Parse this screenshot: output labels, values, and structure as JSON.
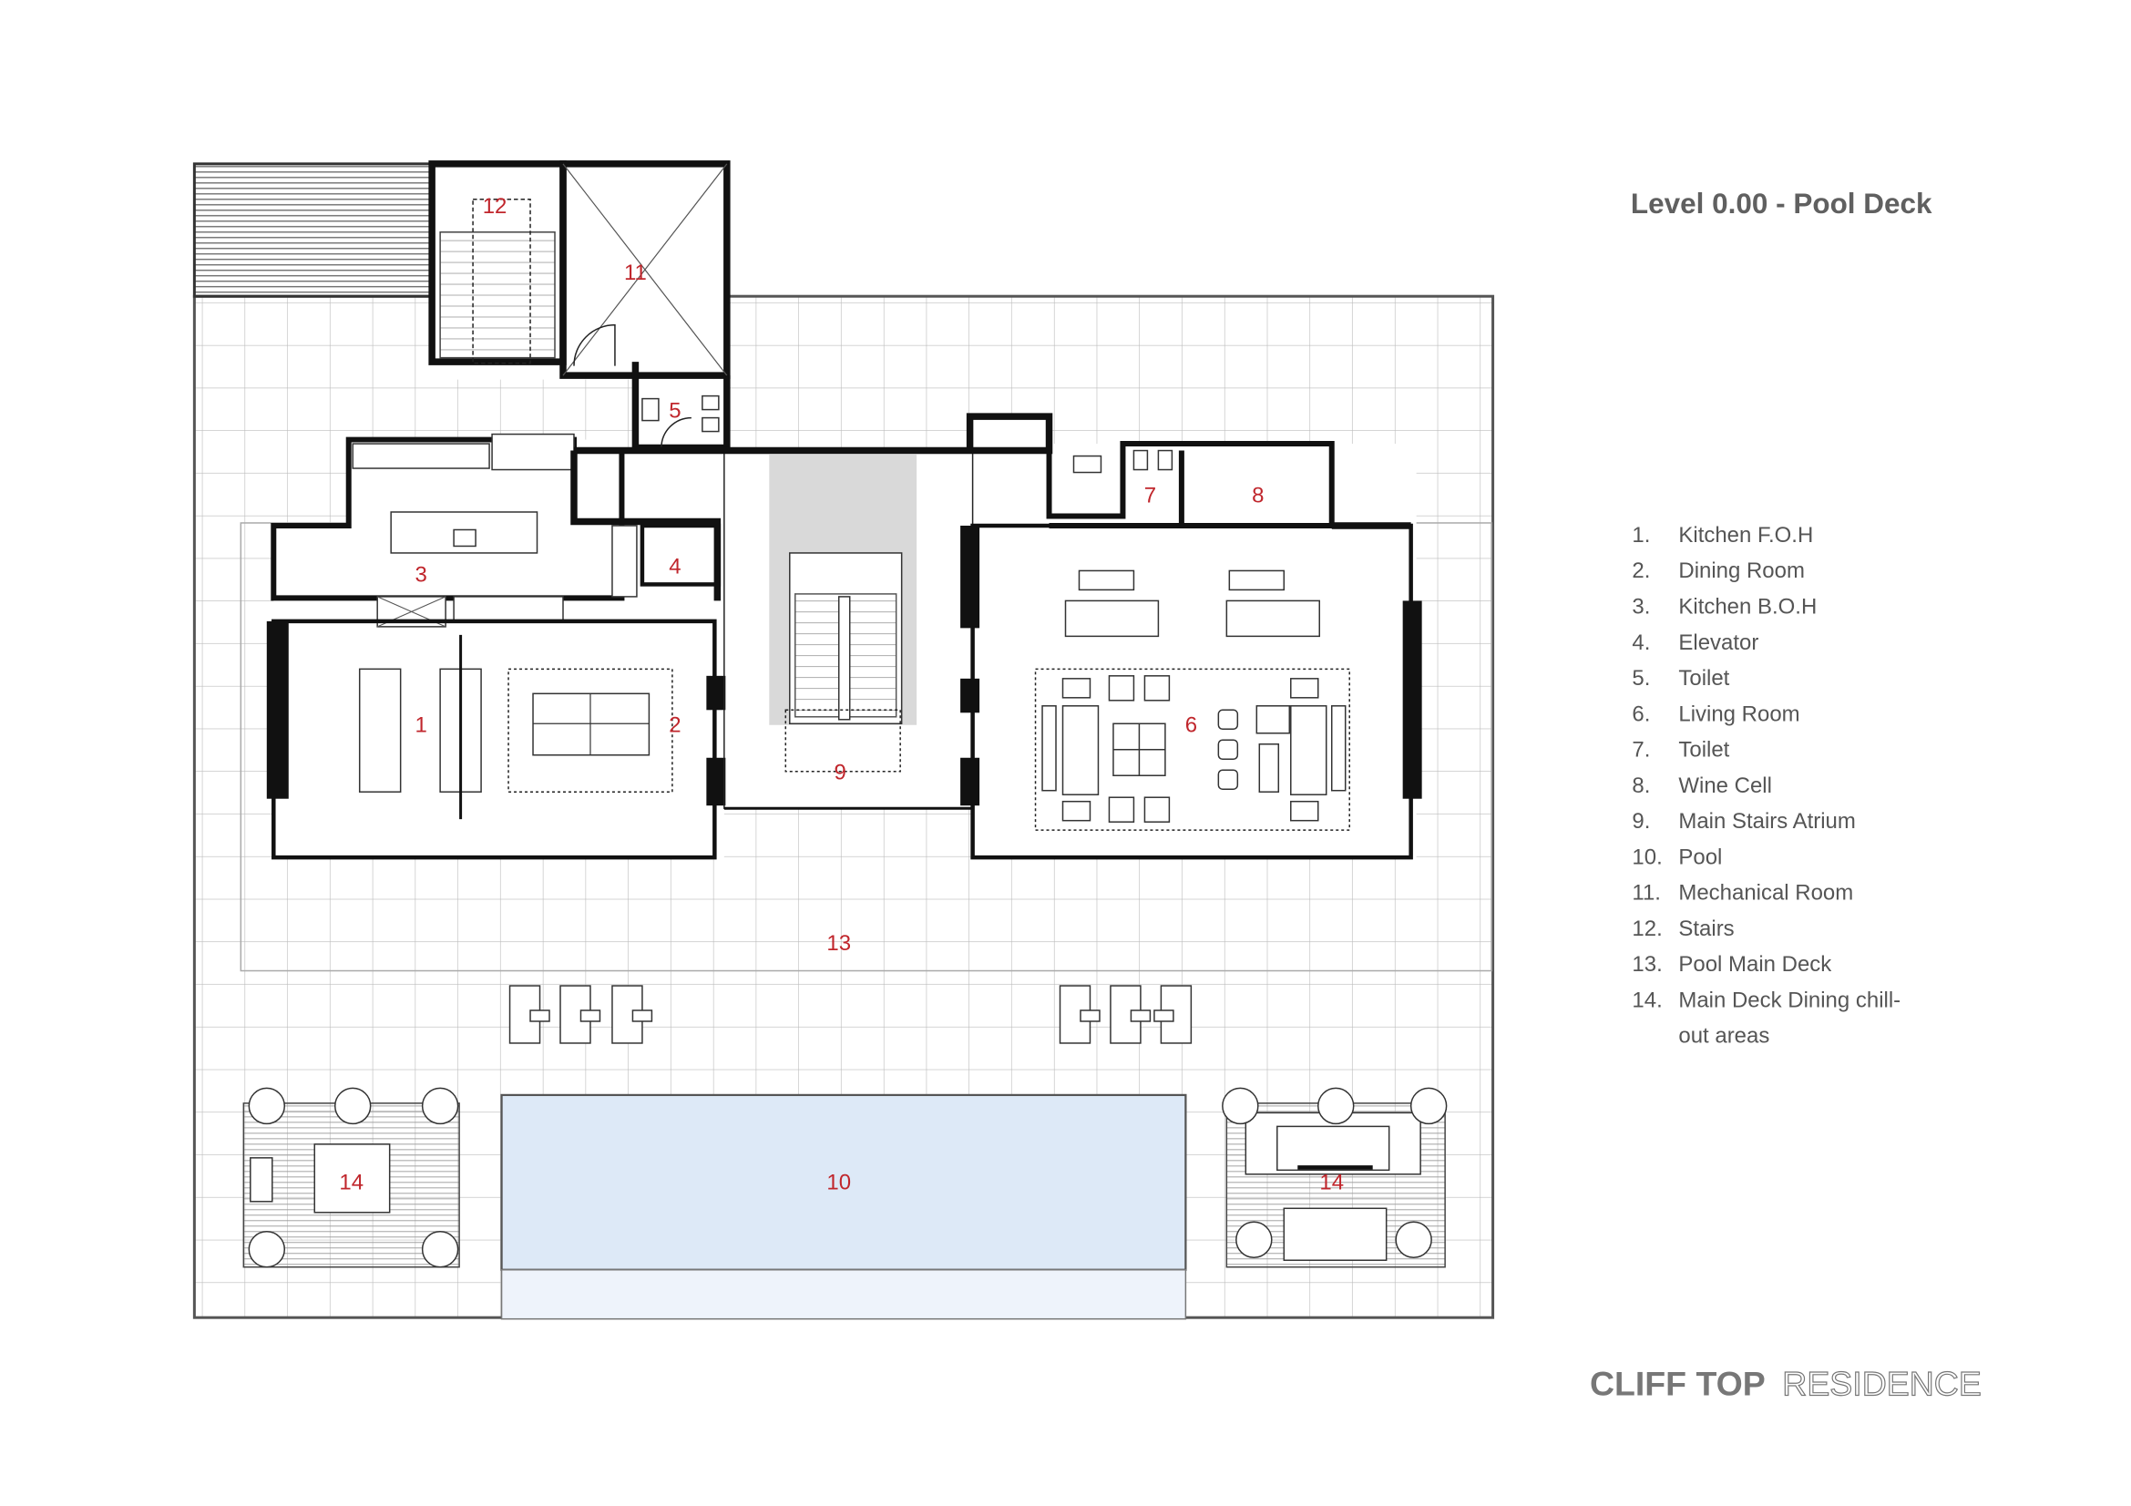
{
  "title": "Level 0.00 - Pool Deck",
  "logo": {
    "bold": "CLIFF TOP",
    "light": "RESIDENCE"
  },
  "legend": [
    {
      "num": "1.",
      "label": "Kitchen F.O.H"
    },
    {
      "num": "2.",
      "label": "Dining Room"
    },
    {
      "num": "3.",
      "label": "Kitchen B.O.H"
    },
    {
      "num": "4.",
      "label": "Elevator"
    },
    {
      "num": "5.",
      "label": "Toilet"
    },
    {
      "num": "6.",
      "label": "Living Room"
    },
    {
      "num": "7.",
      "label": "Toilet"
    },
    {
      "num": "8.",
      "label": "Wine Cell"
    },
    {
      "num": "9.",
      "label": "Main Stairs Atrium"
    },
    {
      "num": "10.",
      "label": "Pool"
    },
    {
      "num": "11.",
      "label": "Mechanical Room"
    },
    {
      "num": "12.",
      "label": "Stairs"
    },
    {
      "num": "13.",
      "label": "Pool Main Deck"
    },
    {
      "num": "14.",
      "label": "Main Deck Dining chill-"
    },
    {
      "num": "",
      "label": "out areas"
    }
  ],
  "room_labels": [
    "1",
    "2",
    "3",
    "4",
    "5",
    "6",
    "7",
    "8",
    "9",
    "10",
    "11",
    "12",
    "13",
    "14",
    "14"
  ],
  "colors": {
    "label_red": "#c0262c",
    "pool": "#dde9f7",
    "stair_grey": "#d9d9d9",
    "text_grey": "#555555"
  }
}
